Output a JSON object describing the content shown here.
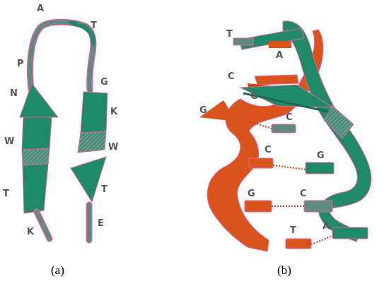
{
  "panel_a": {
    "caption": "(a)",
    "residues": [
      "A",
      "T",
      "P",
      "G",
      "N",
      "K",
      "W",
      "W",
      "T",
      "T",
      "K",
      "E"
    ]
  },
  "panel_b": {
    "caption": "(b)",
    "bases": [
      "T",
      "A",
      "C",
      "G",
      "G",
      "C",
      "C",
      "G",
      "G",
      "C",
      "T",
      "A"
    ]
  },
  "colors": {
    "strand": "#1e8a6a",
    "strand_dark": "#166b52",
    "backbone_orange": "#d9531c",
    "hbond": "#e03a18",
    "edge": "#e2639c",
    "text": "#555555"
  }
}
